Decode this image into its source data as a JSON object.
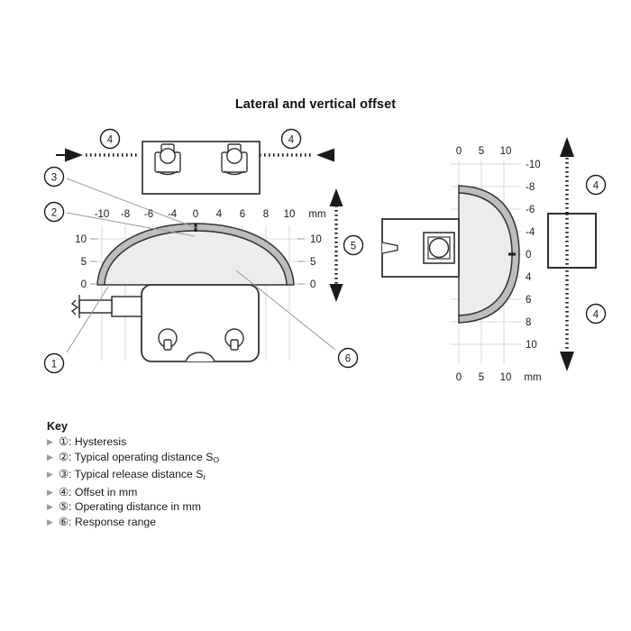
{
  "title": "Lateral and vertical offset",
  "units": "mm",
  "colors": {
    "line": "#333333",
    "grid": "#d8d8d8",
    "band": "#bdbdbd",
    "fill": "#eeeeee",
    "bullet": "#9a9a9a",
    "text": "#1a1a1a"
  },
  "left_chart": {
    "x_axis": {
      "label": "mm",
      "ticks": [
        "-10",
        "-8",
        "-6",
        "-4",
        "0",
        "4",
        "6",
        "8",
        "10"
      ]
    },
    "y_axis_left": {
      "ticks": [
        "10",
        "5",
        "0"
      ]
    },
    "y_axis_right": {
      "label": "mm",
      "ticks": [
        "10",
        "5",
        "0"
      ]
    },
    "callouts": [
      "1",
      "2",
      "3",
      "4",
      "5",
      "6"
    ],
    "offset_marker_left": "4",
    "offset_marker_right": "4",
    "operating_distance_marker": "5",
    "response_range_marker": "6",
    "hysteresis_marker": "1",
    "operating_distance_callout": "2",
    "release_distance_callout": "3"
  },
  "right_chart": {
    "x_axis_top": {
      "ticks": [
        "0",
        "5",
        "10"
      ]
    },
    "x_axis_bottom": {
      "label": "mm",
      "ticks": [
        "0",
        "5",
        "10"
      ]
    },
    "y_axis": {
      "label": "mm",
      "ticks": [
        "-10",
        "-8",
        "-6",
        "-4",
        "0",
        "4",
        "6",
        "8",
        "10"
      ]
    },
    "offset_marker_top": "4",
    "offset_marker_bottom": "4"
  },
  "key": {
    "heading": "Key",
    "bullet_glyph": "▶",
    "items": [
      {
        "marker": "①",
        "label": "Hysteresis",
        "sub": ""
      },
      {
        "marker": "②",
        "label": "Typical operating distance S",
        "sub": "O"
      },
      {
        "marker": "③",
        "label": "Typical release distance S",
        "sub": "r"
      },
      {
        "marker": "④",
        "label": "Offset in mm",
        "sub": ""
      },
      {
        "marker": "⑤",
        "label": "Operating distance in mm",
        "sub": ""
      },
      {
        "marker": "⑥",
        "label": "Response range",
        "sub": ""
      }
    ]
  }
}
